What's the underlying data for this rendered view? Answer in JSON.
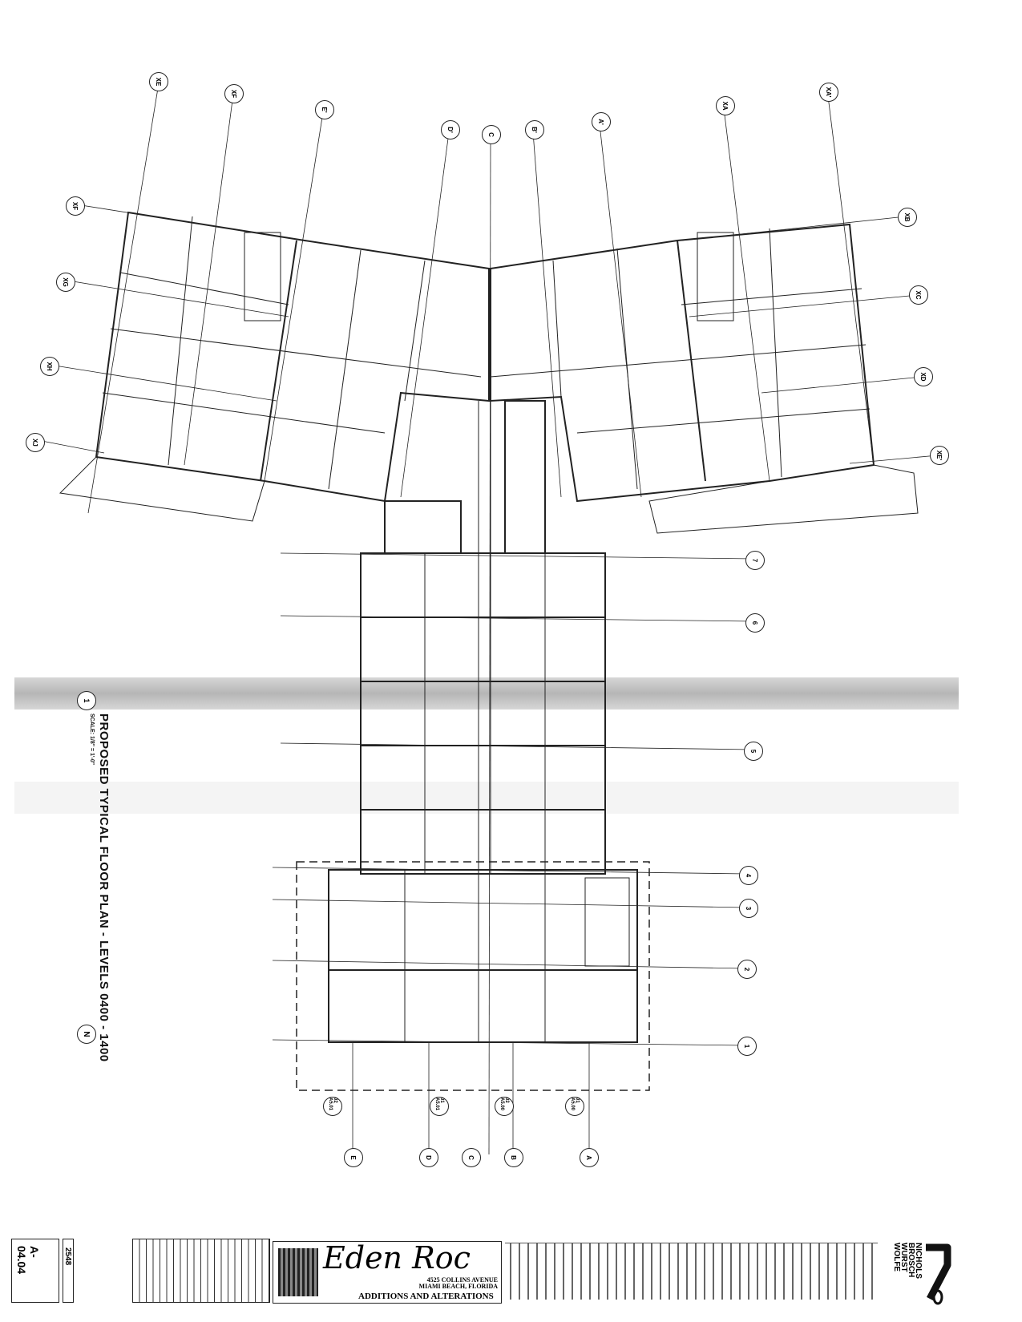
{
  "drawing": {
    "title": "PROPOSED TYPICAL FLOOR PLAN - LEVELS 0400 - 1400",
    "scale": "SCALE: 1/8\" = 1'-0\"",
    "detail_ref": "1",
    "north": "N"
  },
  "grid": {
    "top": [
      "XE",
      "XF",
      "E'",
      "D'",
      "C",
      "B'",
      "A'",
      "XA",
      "XA'"
    ],
    "left_wing": [
      "XF",
      "XG",
      "XH",
      "XJ"
    ],
    "right_wing": [
      "XB",
      "XC",
      "XD",
      "XE'"
    ],
    "right": [
      "7",
      "6",
      "5",
      "4",
      "3",
      "2",
      "1"
    ],
    "bottom": [
      "E",
      "D",
      "C",
      "B",
      "A"
    ],
    "sections": [
      "02 A5.01",
      "01 A5.01",
      "02 A5.00",
      "01 A5.00"
    ]
  },
  "title_block": {
    "sheet_number": "A-04.04",
    "job_number": "2548",
    "client_logo": "Eden Roc",
    "address_line1": "4525 COLLINS AVENUE",
    "address_line2": "MIAMI BEACH, FLORIDA",
    "project": "ADDITIONS AND ALTERATIONS",
    "architect_lines": [
      "NICHOLS",
      "BROSCH",
      "WURST",
      "WOLFE"
    ]
  }
}
